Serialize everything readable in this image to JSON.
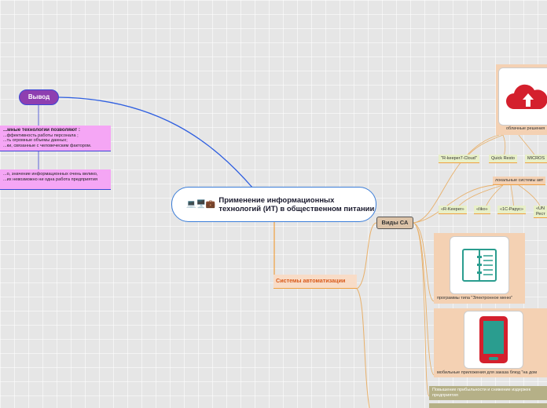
{
  "root": {
    "icons": "💻🖥️💼",
    "title": "Применение информационных технологий (ИТ) в общественном питании"
  },
  "vyvod": {
    "label": "Вывод",
    "box1_head": "...мные технологии позволяют :",
    "box1_line1": "...ффективность работы персонала ;",
    "box1_line2": "...ть огромные объемы данных;",
    "box1_line3": "...ки, связанные с человеческим фактором.",
    "box2_line1": "...о, значение информационных очень велико,",
    "box2_line2": "...их невозможно ни одна работа предприятия"
  },
  "systems": {
    "label": "Системы автоматизации"
  },
  "vidy": {
    "label": "Виды СА"
  },
  "cloud": {
    "caption": "облачные решения",
    "items": [
      "\"R-keeper7-Cloud\"",
      "Quick Resto",
      "MICROS"
    ]
  },
  "local": {
    "caption": "локальные системы авт",
    "items": [
      "«R-Keeper»",
      "«Iiko»",
      "«1С-Рарус»",
      "«UN",
      "Рест"
    ]
  },
  "emenu": {
    "caption": "программы типа \"Электронное меню\""
  },
  "mobile": {
    "caption": "мобильные приложения для заказа блюд \"на дом"
  },
  "olive1": {
    "line1": "Повышение прибыльности и снижение издержек",
    "line2": "предприятия"
  }
}
